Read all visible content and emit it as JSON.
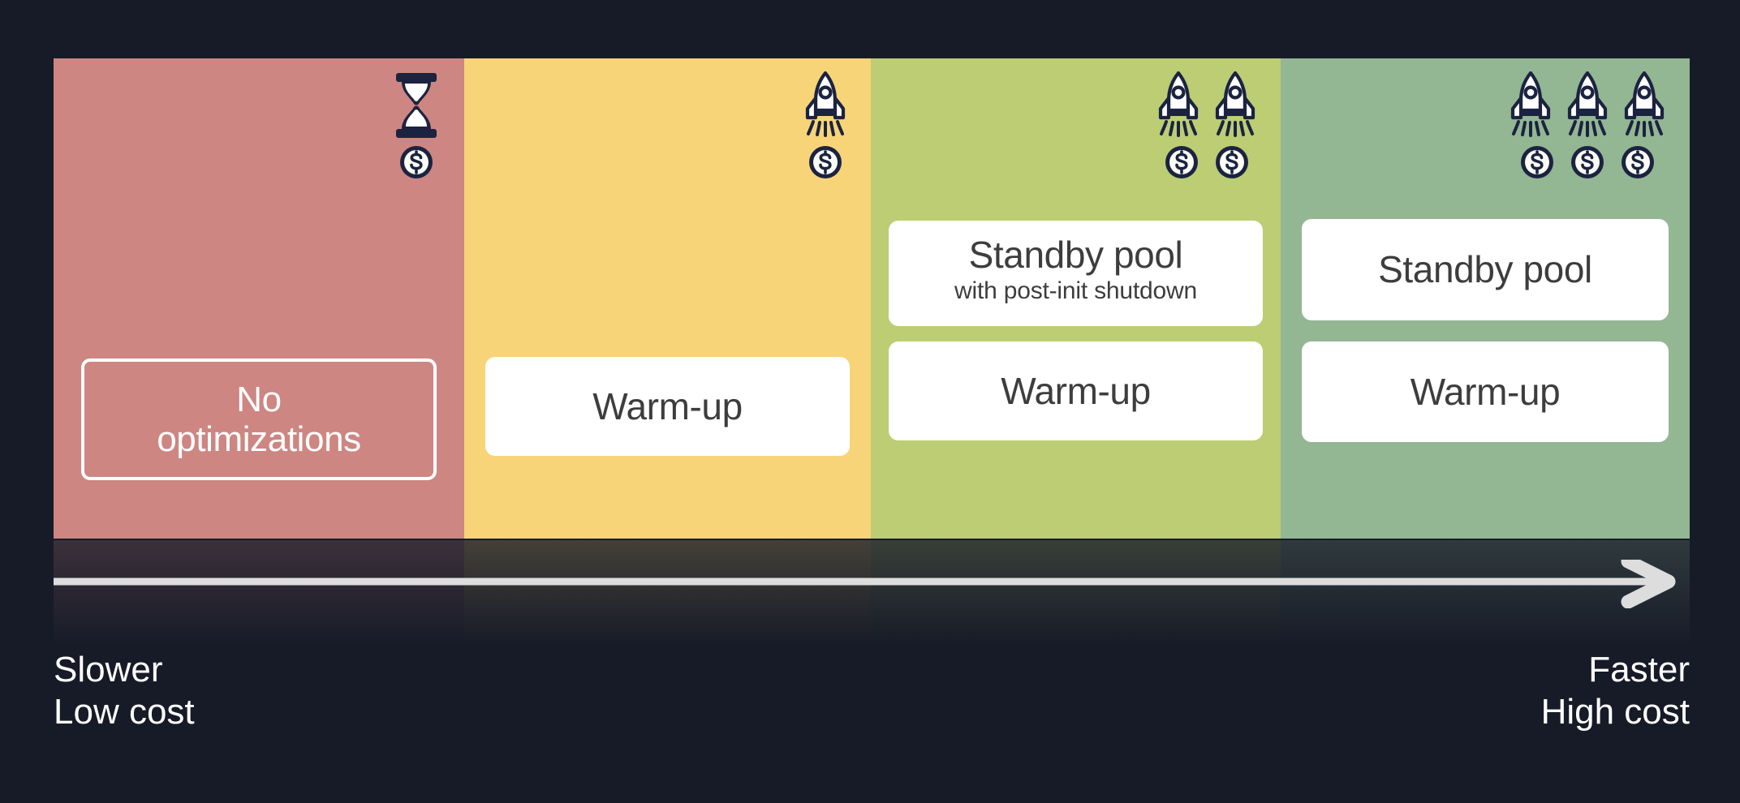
{
  "theme": {
    "background": "#171b28",
    "icon_color": "#1b2340",
    "icon_fill": "#ffffff",
    "card_bg": "#ffffff",
    "card_text": "#3d3d3d",
    "axis_color": "#dddddd",
    "label_color": "#ffffff"
  },
  "diagram": {
    "type": "tradeoff-spectrum",
    "columns": [
      {
        "id": "no-optimizations",
        "color": "#cd8682",
        "icons": {
          "speed": {
            "name": "hourglass-icon",
            "count": 1
          },
          "cost": {
            "name": "dollar-coin-icon",
            "count": 1
          }
        },
        "cards": [
          {
            "style": "outline",
            "title": "No\noptimizations",
            "title_line1": "No",
            "title_line2": "optimizations",
            "subtitle": ""
          }
        ]
      },
      {
        "id": "warm-up",
        "color": "#f7d477",
        "icons": {
          "speed": {
            "name": "rocket-icon",
            "count": 1
          },
          "cost": {
            "name": "dollar-coin-icon",
            "count": 1
          }
        },
        "cards": [
          {
            "style": "filled",
            "title": "Warm-up",
            "subtitle": ""
          }
        ]
      },
      {
        "id": "standby-pool-post-init-shutdown",
        "color": "#bccd74",
        "icons": {
          "speed": {
            "name": "rocket-icon",
            "count": 2
          },
          "cost": {
            "name": "dollar-coin-icon",
            "count": 2
          }
        },
        "cards": [
          {
            "style": "filled",
            "title": "Standby pool",
            "subtitle": "with post-init shutdown"
          },
          {
            "style": "filled",
            "title": "Warm-up",
            "subtitle": ""
          }
        ]
      },
      {
        "id": "standby-pool",
        "color": "#93b693",
        "icons": {
          "speed": {
            "name": "rocket-icon",
            "count": 3
          },
          "cost": {
            "name": "dollar-coin-icon",
            "count": 3
          }
        },
        "cards": [
          {
            "style": "filled",
            "title": "Standby pool",
            "subtitle": ""
          },
          {
            "style": "filled",
            "title": "Warm-up",
            "subtitle": ""
          }
        ]
      }
    ],
    "axis": {
      "icon": "right-arrow-icon",
      "direction": "left-to-right",
      "left_label_line1": "Slower",
      "left_label_line2": "Low cost",
      "right_label_line1": "Faster",
      "right_label_line2": "High cost"
    }
  }
}
